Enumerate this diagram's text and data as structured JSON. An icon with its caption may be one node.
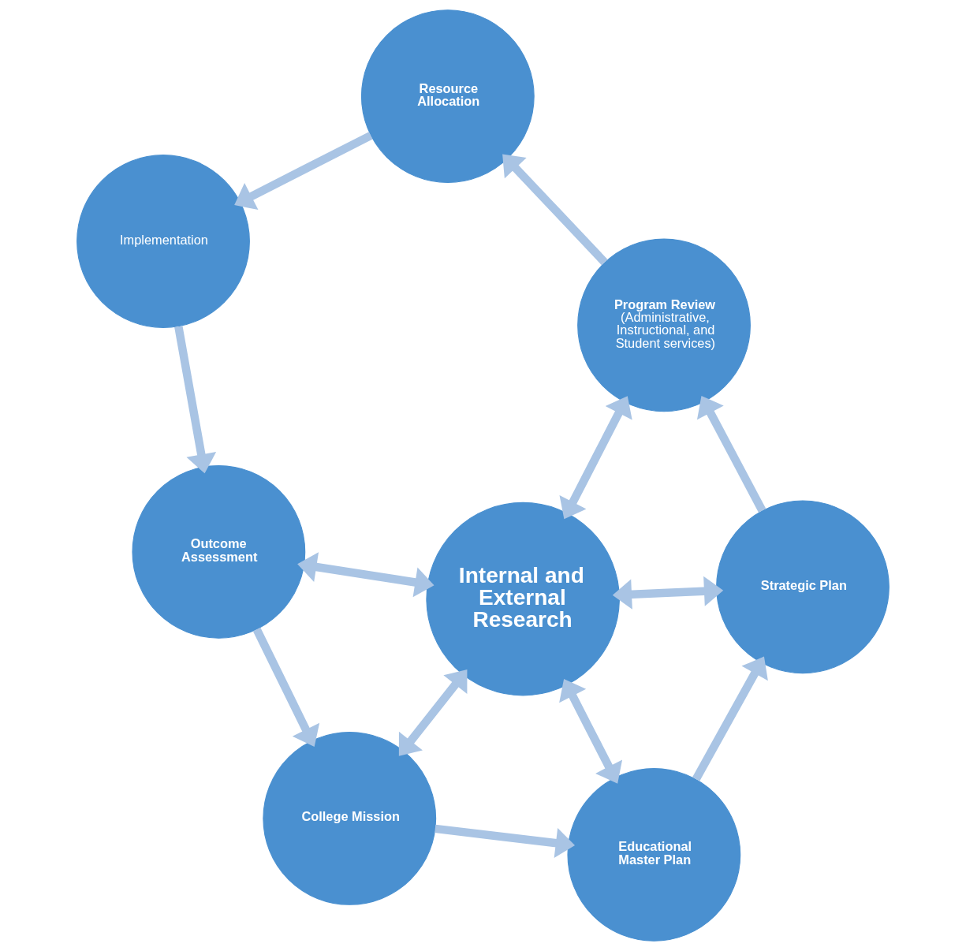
{
  "diagram": {
    "nodes": [
      {
        "text": [
          "College Mission"
        ]
      },
      {
        "text": [
          "Educational Master Plan"
        ]
      },
      {
        "text": [
          "Strategic Plan"
        ]
      },
      {
        "text": [
          "Program Review",
          "(Administrative, Instructional, and Student services)"
        ]
      },
      {
        "text": [
          "Resource Allocation"
        ]
      },
      {
        "text": [
          "Implementation"
        ]
      },
      {
        "text": [
          "Outcome Assessment"
        ]
      },
      {
        "text": [
          "Internal and External Research"
        ]
      }
    ],
    "edges": [
      {
        "from": 6,
        "to": 0,
        "arrow": "to"
      },
      {
        "from": 0,
        "to": 1,
        "arrow": "to"
      },
      {
        "from": 1,
        "to": 2,
        "arrow": "to"
      },
      {
        "from": 2,
        "to": 3,
        "arrow": "to"
      },
      {
        "from": 3,
        "to": 4,
        "arrow": "to"
      },
      {
        "from": 4,
        "to": 5,
        "arrow": "to"
      },
      {
        "from": 5,
        "to": 6,
        "arrow": "to"
      },
      {
        "from": 7,
        "to": 0,
        "arrow": "both"
      },
      {
        "from": 7,
        "to": 1,
        "arrow": "both"
      },
      {
        "from": 7,
        "to": 2,
        "arrow": "both"
      },
      {
        "from": 7,
        "to": 3,
        "arrow": "both"
      },
      {
        "from": 7,
        "to": 6,
        "arrow": "both"
      }
    ]
  }
}
